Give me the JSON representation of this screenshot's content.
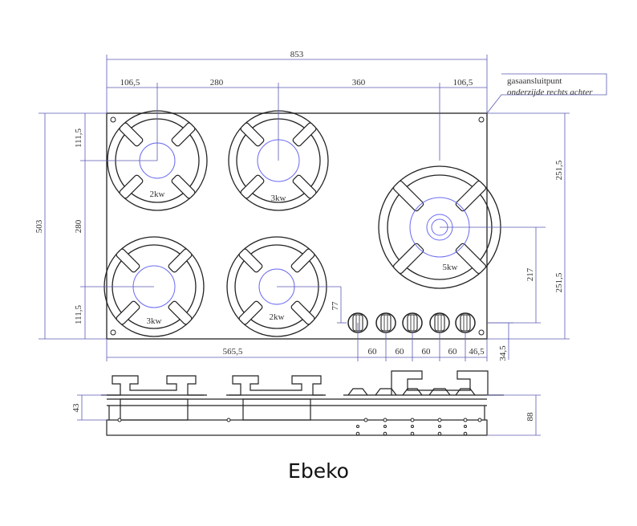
{
  "dimensions": {
    "total_width": "853",
    "left_offset": "106,5",
    "burner_spacing_1": "280",
    "burner_spacing_2": "360",
    "right_offset": "106,5",
    "total_depth": "503",
    "top_offset_left": "111,5",
    "burner_spacing_vertical": "280",
    "bottom_offset_left": "111,5",
    "right_top": "251,5",
    "right_bottom": "251,5",
    "right_inner": "217",
    "knob_height": "77",
    "knob_offset_x": "565,5",
    "knob_spacing": [
      "60",
      "60",
      "60",
      "60"
    ],
    "knob_right": "46,5",
    "knob_bottom": "34,5",
    "side_height_left": "43",
    "side_height_right": "88"
  },
  "note": {
    "line1": "gasaansluitpunt",
    "line2": "onderzijde rechts achter"
  },
  "burners": {
    "top_left": "2kw",
    "top_middle": "3kw",
    "bottom_left": "3kw",
    "bottom_middle": "2kw",
    "wok": "5kw"
  },
  "brand": "Ebeko",
  "colors": {
    "line": "#222222",
    "dimension": "#5a5ab4",
    "burner_center": "#6a6af0"
  }
}
